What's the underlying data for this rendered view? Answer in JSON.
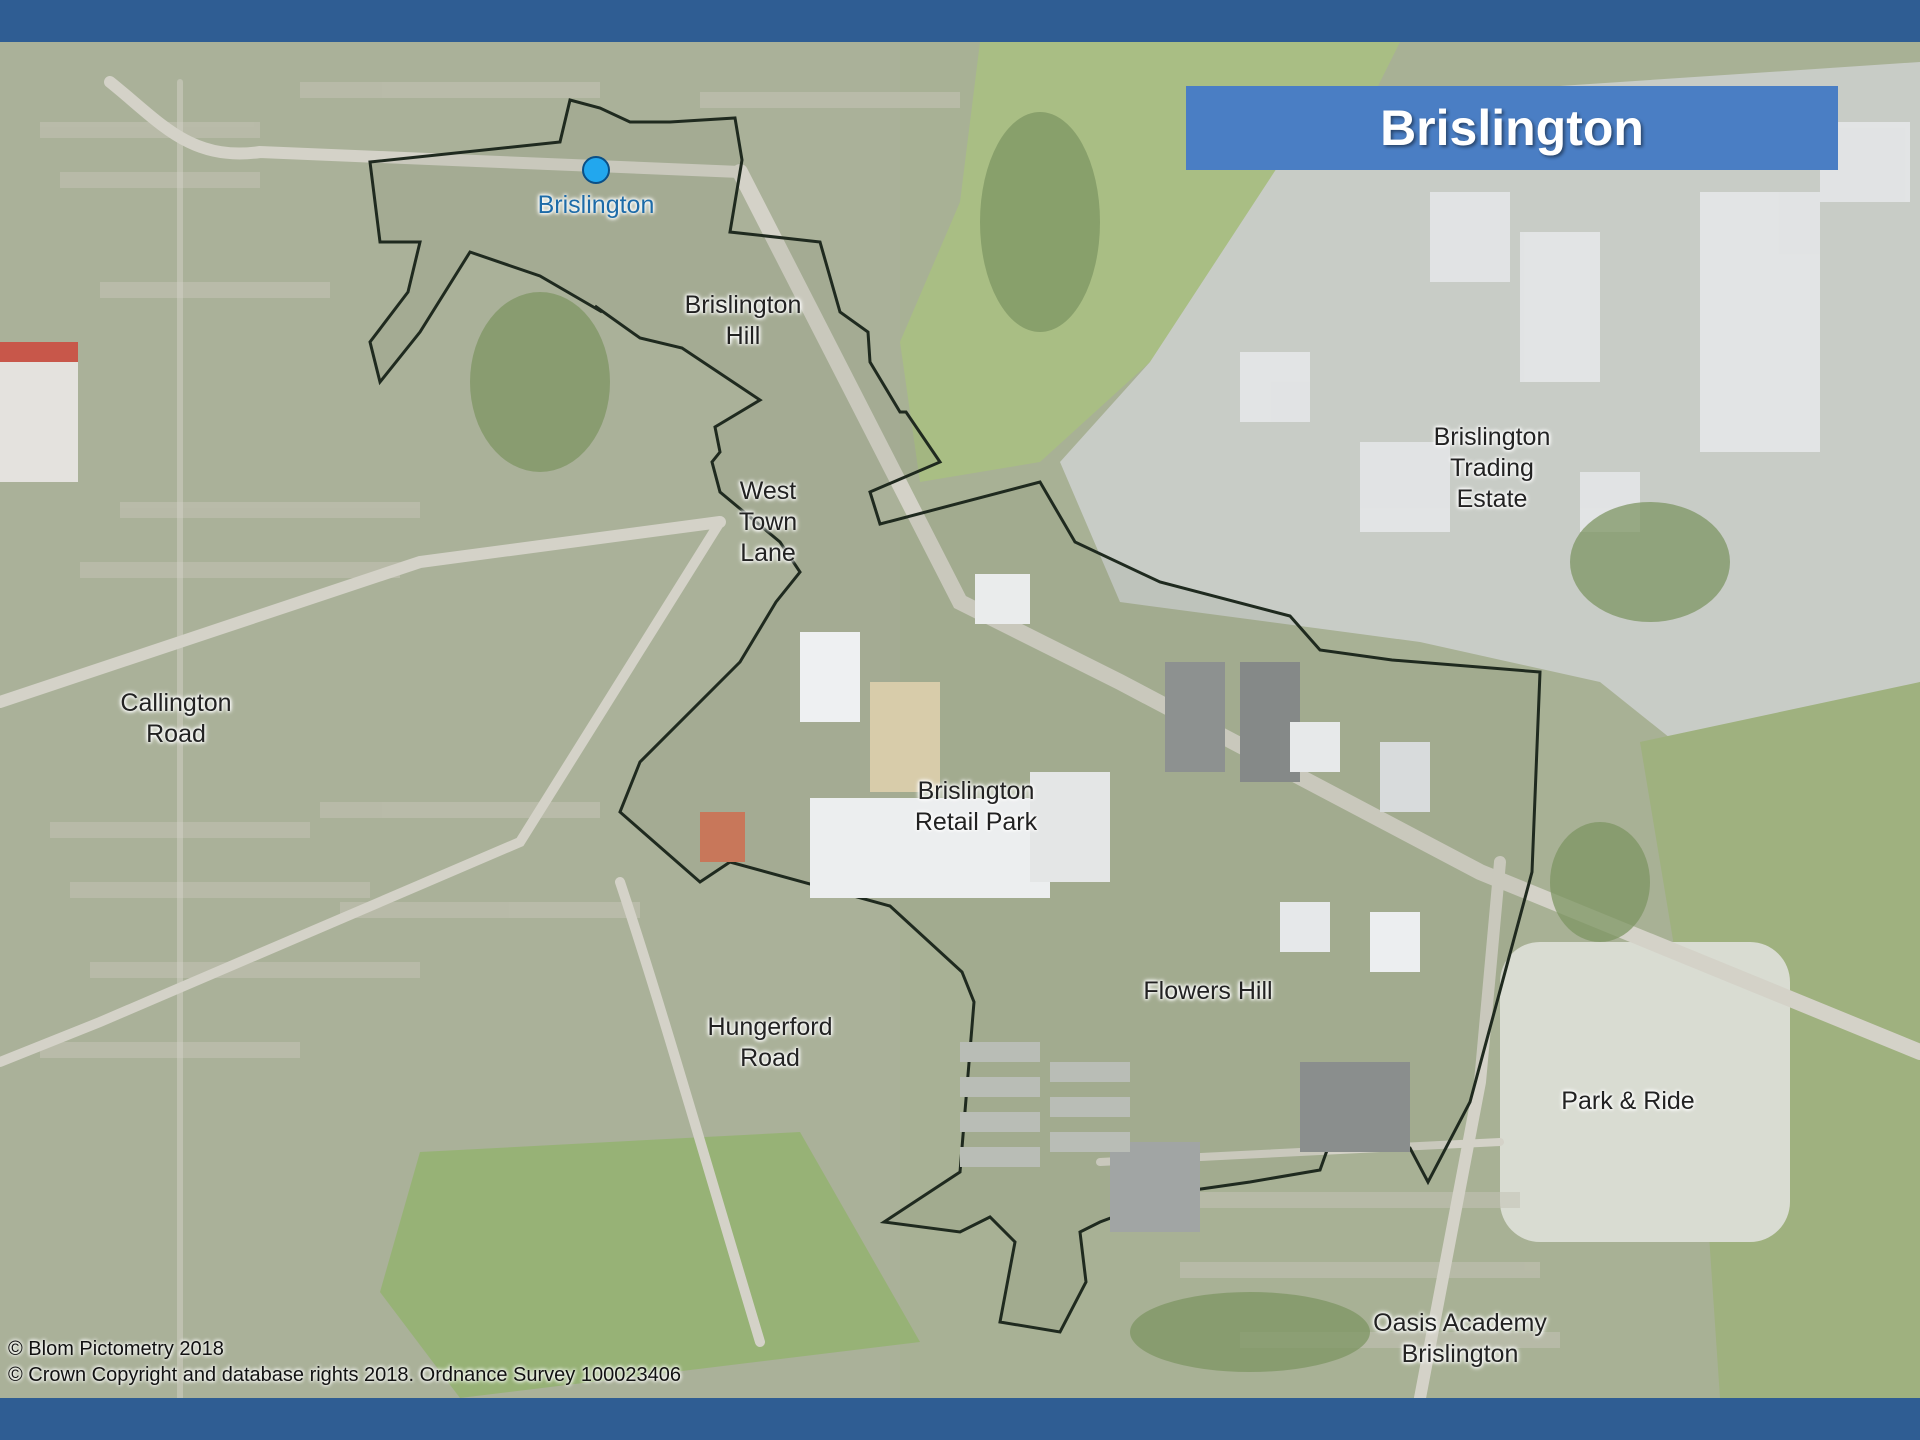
{
  "title": "Brislington",
  "colors": {
    "band": "#2f5d93",
    "title_box": "#4a7ec4",
    "boundary": "#1f2a1f",
    "station_marker": "#22a7ee",
    "aerial_green": "#9cac80",
    "urban_grey": "#c9cdc3"
  },
  "station": {
    "label": "Brislington",
    "icon": "station-marker-icon"
  },
  "labels": {
    "brislington_hill": "Brislington\nHill",
    "west_town_lane": "West\nTown\nLane",
    "callington_road": "Callington\nRoad",
    "brislington_trading_estate": "Brislington\nTrading\nEstate",
    "brislington_retail_park": "Brislington\nRetail Park",
    "flowers_hill": "Flowers Hill",
    "hungerford_road": "Hungerford\nRoad",
    "park_and_ride": "Park & Ride",
    "oasis_academy": "Oasis Academy\nBrislington"
  },
  "copyright": {
    "line1": "© Blom Pictometry 2018",
    "line2": "© Crown Copyright and database rights 2018. Ordnance Survey 100023406"
  }
}
